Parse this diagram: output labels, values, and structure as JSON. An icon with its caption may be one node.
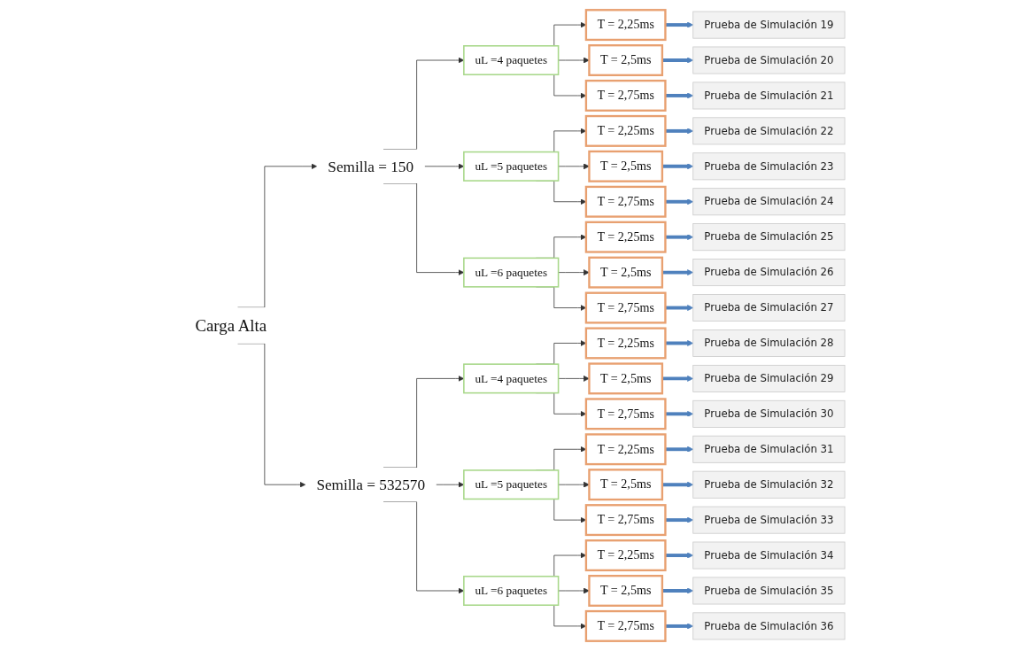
{
  "diagram": {
    "nodes": [
      {
        "text": [
          "Carga Alta"
        ]
      },
      {
        "text": [
          "Semilla = 150"
        ]
      },
      {
        "text": [
          "uL =4 paquetes"
        ]
      },
      {
        "text": [
          "T = 2,25ms"
        ]
      },
      {
        "text": [
          "Prueba de Simulación 19"
        ]
      },
      {
        "text": [
          "T = 2,5ms"
        ]
      },
      {
        "text": [
          "Prueba de Simulación 20"
        ]
      },
      {
        "text": [
          "T = 2,75ms"
        ]
      },
      {
        "text": [
          "Prueba de Simulación 21"
        ]
      },
      {
        "text": [
          "uL =5 paquetes"
        ]
      },
      {
        "text": [
          "T = 2,25ms"
        ]
      },
      {
        "text": [
          "Prueba de Simulación 22"
        ]
      },
      {
        "text": [
          "T = 2,5ms"
        ]
      },
      {
        "text": [
          "Prueba de Simulación 23"
        ]
      },
      {
        "text": [
          "T = 2,75ms"
        ]
      },
      {
        "text": [
          "Prueba de Simulación 24"
        ]
      },
      {
        "text": [
          "uL =6 paquetes"
        ]
      },
      {
        "text": [
          "T = 2,25ms"
        ]
      },
      {
        "text": [
          "Prueba de Simulación 25"
        ]
      },
      {
        "text": [
          "T = 2,5ms"
        ]
      },
      {
        "text": [
          "Prueba de Simulación 26"
        ]
      },
      {
        "text": [
          "T = 2,75ms"
        ]
      },
      {
        "text": [
          "Prueba de Simulación 27"
        ]
      },
      {
        "text": [
          "Semilla = 532570"
        ]
      },
      {
        "text": [
          "uL =4 paquetes"
        ]
      },
      {
        "text": [
          "T = 2,25ms"
        ]
      },
      {
        "text": [
          "Prueba de Simulación 28"
        ]
      },
      {
        "text": [
          "T = 2,5ms"
        ]
      },
      {
        "text": [
          "Prueba de Simulación 29"
        ]
      },
      {
        "text": [
          "T = 2,75ms"
        ]
      },
      {
        "text": [
          "Prueba de Simulación 30"
        ]
      },
      {
        "text": [
          "uL =5 paquetes"
        ]
      },
      {
        "text": [
          "T = 2,25ms"
        ]
      },
      {
        "text": [
          "Prueba de Simulación 31"
        ]
      },
      {
        "text": [
          "T = 2,5ms"
        ]
      },
      {
        "text": [
          "Prueba de Simulación 32"
        ]
      },
      {
        "text": [
          "T = 2,75ms"
        ]
      },
      {
        "text": [
          "Prueba de Simulación 33"
        ]
      },
      {
        "text": [
          "uL =6 paquetes"
        ]
      },
      {
        "text": [
          "T = 2,25ms"
        ]
      },
      {
        "text": [
          "Prueba de Simulación 34"
        ]
      },
      {
        "text": [
          "T = 2,5ms"
        ]
      },
      {
        "text": [
          "Prueba de Simulación 35"
        ]
      },
      {
        "text": [
          "T = 2,75ms"
        ]
      },
      {
        "text": [
          "Prueba de Simulación 36"
        ]
      }
    ],
    "edges": [
      {
        "from": 0,
        "to": 1,
        "arrow": "to"
      },
      {
        "from": 1,
        "to": 2,
        "arrow": "to"
      },
      {
        "from": 2,
        "to": 3,
        "arrow": "to"
      },
      {
        "from": 3,
        "to": 4,
        "arrow": "to",
        "style": "thick",
        "color": "#4f81bd"
      },
      {
        "from": 2,
        "to": 5,
        "arrow": "to"
      },
      {
        "from": 5,
        "to": 6,
        "arrow": "to",
        "style": "thick",
        "color": "#4f81bd"
      },
      {
        "from": 2,
        "to": 7,
        "arrow": "to"
      },
      {
        "from": 7,
        "to": 8,
        "arrow": "to",
        "style": "thick",
        "color": "#4f81bd"
      },
      {
        "from": 1,
        "to": 9,
        "arrow": "to"
      },
      {
        "from": 9,
        "to": 10,
        "arrow": "to"
      },
      {
        "from": 10,
        "to": 11,
        "arrow": "to",
        "style": "thick",
        "color": "#4f81bd"
      },
      {
        "from": 9,
        "to": 12,
        "arrow": "to"
      },
      {
        "from": 12,
        "to": 13,
        "arrow": "to",
        "style": "thick",
        "color": "#4f81bd"
      },
      {
        "from": 9,
        "to": 14,
        "arrow": "to"
      },
      {
        "from": 14,
        "to": 15,
        "arrow": "to",
        "style": "thick",
        "color": "#4f81bd"
      },
      {
        "from": 1,
        "to": 16,
        "arrow": "to"
      },
      {
        "from": 16,
        "to": 17,
        "arrow": "to"
      },
      {
        "from": 17,
        "to": 18,
        "arrow": "to",
        "style": "thick",
        "color": "#4f81bd"
      },
      {
        "from": 16,
        "to": 19,
        "arrow": "to"
      },
      {
        "from": 19,
        "to": 20,
        "arrow": "to",
        "style": "thick",
        "color": "#4f81bd"
      },
      {
        "from": 16,
        "to": 21,
        "arrow": "to"
      },
      {
        "from": 21,
        "to": 22,
        "arrow": "to",
        "style": "thick",
        "color": "#4f81bd"
      },
      {
        "from": 0,
        "to": 23,
        "arrow": "to"
      },
      {
        "from": 23,
        "to": 24,
        "arrow": "to"
      },
      {
        "from": 24,
        "to": 25,
        "arrow": "to"
      },
      {
        "from": 25,
        "to": 26,
        "arrow": "to",
        "style": "thick",
        "color": "#4f81bd"
      },
      {
        "from": 24,
        "to": 27,
        "arrow": "to"
      },
      {
        "from": 27,
        "to": 28,
        "arrow": "to",
        "style": "thick",
        "color": "#4f81bd"
      },
      {
        "from": 24,
        "to": 29,
        "arrow": "to"
      },
      {
        "from": 29,
        "to": 30,
        "arrow": "to",
        "style": "thick",
        "color": "#4f81bd"
      },
      {
        "from": 23,
        "to": 31,
        "arrow": "to"
      },
      {
        "from": 31,
        "to": 32,
        "arrow": "to"
      },
      {
        "from": 32,
        "to": 33,
        "arrow": "to",
        "style": "thick",
        "color": "#4f81bd"
      },
      {
        "from": 31,
        "to": 34,
        "arrow": "to"
      },
      {
        "from": 34,
        "to": 35,
        "arrow": "to",
        "style": "thick",
        "color": "#4f81bd"
      },
      {
        "from": 31,
        "to": 36,
        "arrow": "to"
      },
      {
        "from": 36,
        "to": 37,
        "arrow": "to",
        "style": "thick",
        "color": "#4f81bd"
      },
      {
        "from": 23,
        "to": 38,
        "arrow": "to"
      },
      {
        "from": 38,
        "to": 39,
        "arrow": "to"
      },
      {
        "from": 39,
        "to": 40,
        "arrow": "to",
        "style": "thick",
        "color": "#4f81bd"
      },
      {
        "from": 38,
        "to": 41,
        "arrow": "to"
      },
      {
        "from": 41,
        "to": 42,
        "arrow": "to",
        "style": "thick",
        "color": "#4f81bd"
      },
      {
        "from": 38,
        "to": 43,
        "arrow": "to"
      },
      {
        "from": 43,
        "to": 44,
        "arrow": "to",
        "style": "thick",
        "color": "#4f81bd"
      }
    ]
  }
}
